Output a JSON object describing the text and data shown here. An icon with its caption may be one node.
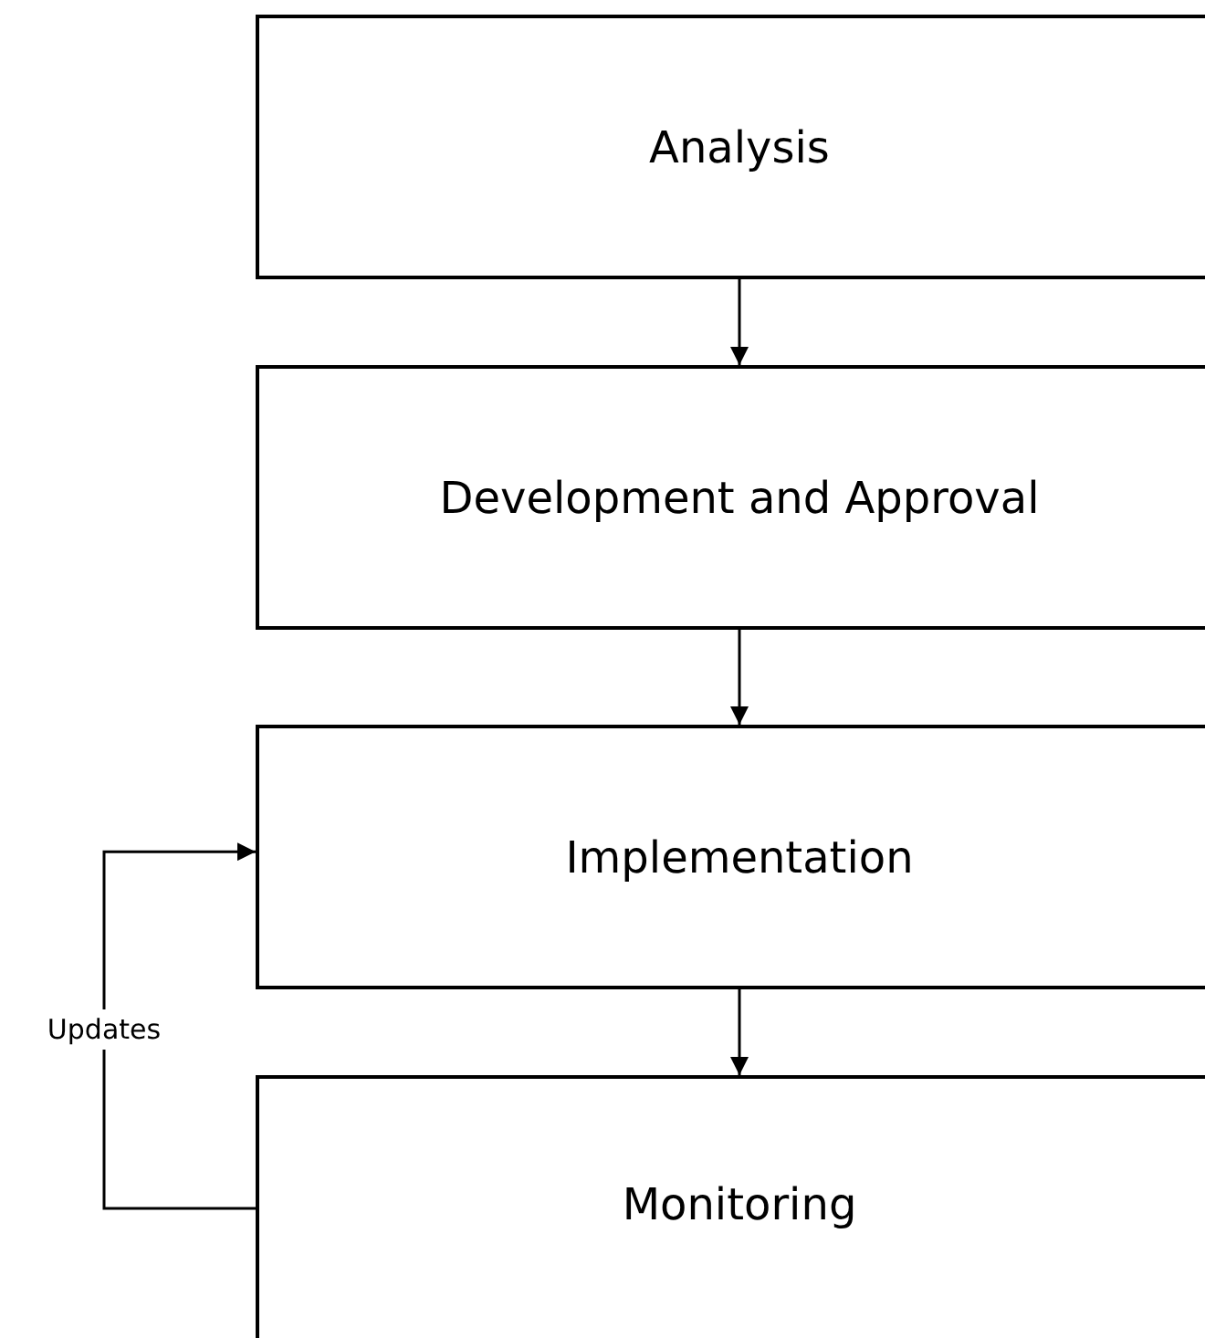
{
  "diagram": {
    "nodes": [
      {
        "text": [
          "Analysis"
        ]
      },
      {
        "text": [
          "Development and Approval"
        ]
      },
      {
        "text": [
          "Implementation"
        ]
      },
      {
        "text": [
          "Monitoring"
        ]
      }
    ],
    "edges": [
      {
        "from": 0,
        "to": 1,
        "arrow": "to"
      },
      {
        "from": 1,
        "to": 2,
        "arrow": "to"
      },
      {
        "from": 2,
        "to": 3,
        "arrow": "to"
      },
      {
        "from": 3,
        "to": 2,
        "arrow": "to",
        "label": "Updates"
      }
    ]
  }
}
